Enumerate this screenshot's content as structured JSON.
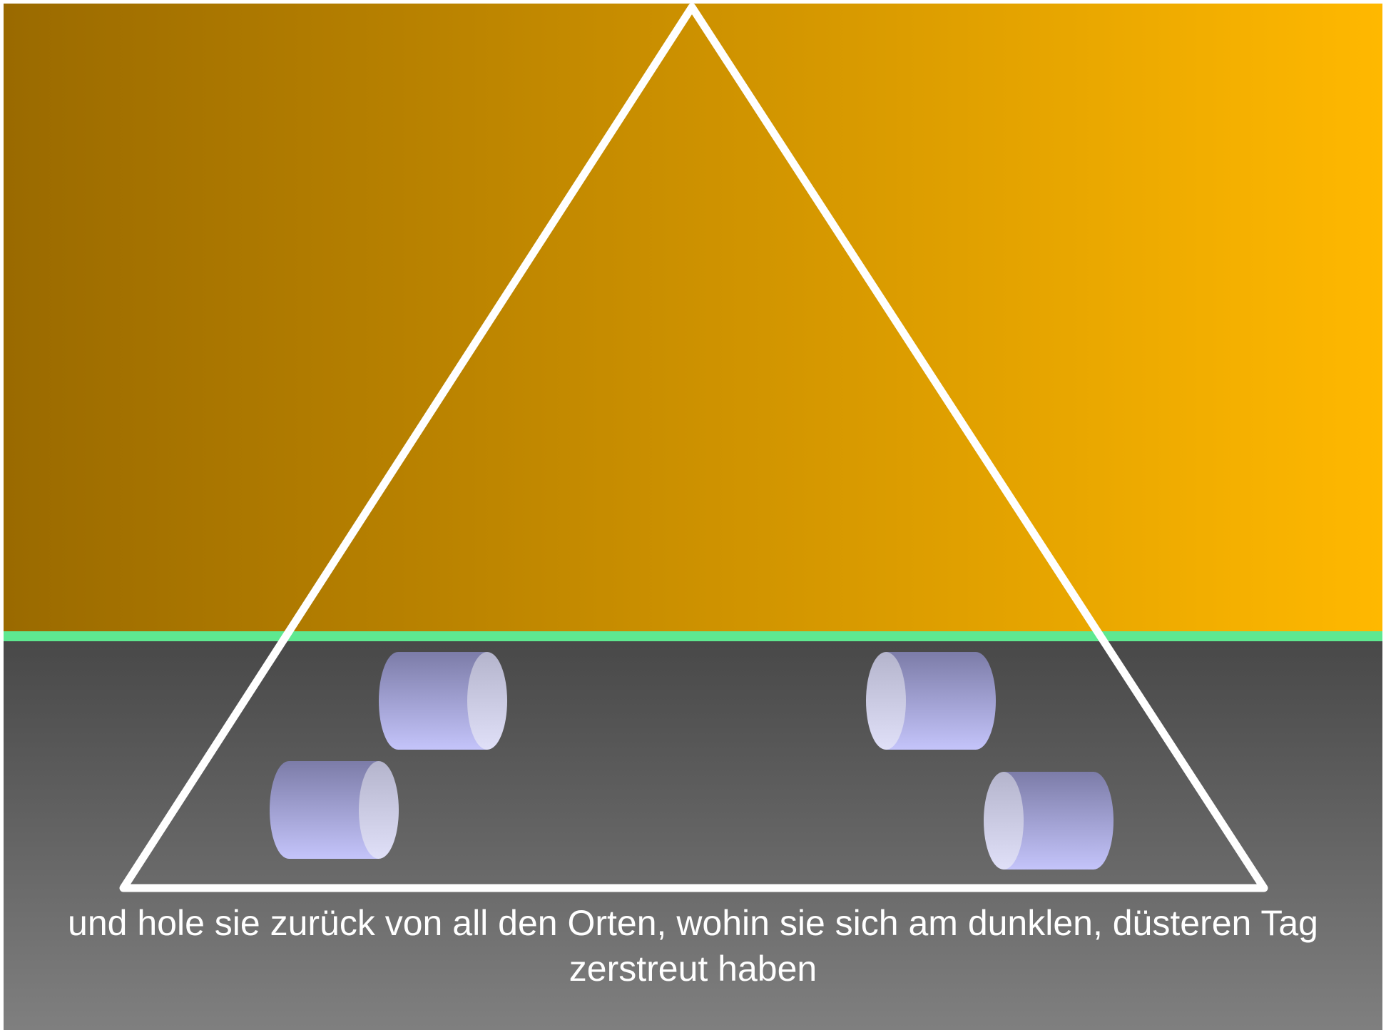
{
  "caption": {
    "line1": "und hole sie zurück von all den Orten, wohin sie sich am dunklen, düsteren Tag",
    "line2": "zerstreut haben"
  },
  "colors": {
    "sky_left": "#9a6a00",
    "sky_right": "#ffb800",
    "horizon": "#5ee890",
    "ground_top": "#474747",
    "ground_bottom": "#808080",
    "triangle_stroke": "#ffffff",
    "cylinder_body": "#b8b8f0",
    "cylinder_cap": "#d8d8f4"
  },
  "shapes": [
    "triangle-outline",
    "cylinder",
    "cylinder",
    "cylinder",
    "cylinder"
  ]
}
